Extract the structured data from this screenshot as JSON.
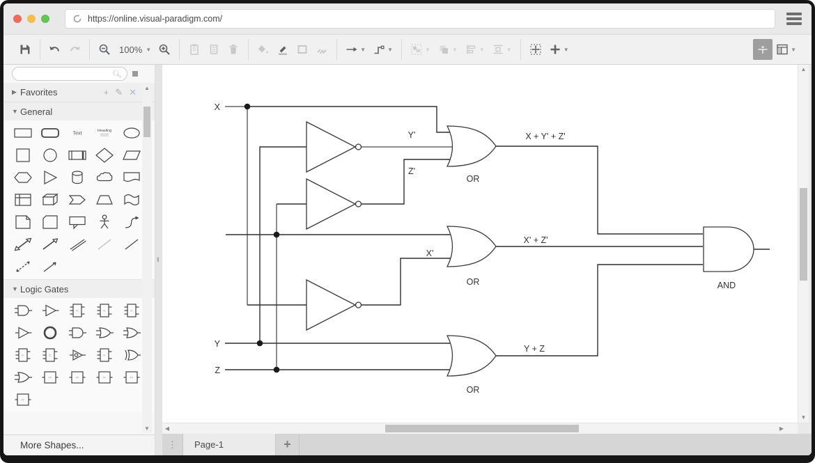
{
  "browser": {
    "url": "https://online.visual-paradigm.com/",
    "traffic_lights": [
      "#ed6a5f",
      "#f5bd4f",
      "#61c454"
    ]
  },
  "toolbar": {
    "zoom_level": "100%",
    "groups": [
      [
        {
          "name": "save",
          "icon": "save",
          "enabled": true
        }
      ],
      [
        {
          "name": "undo",
          "icon": "undo",
          "enabled": true
        },
        {
          "name": "redo",
          "icon": "redo",
          "enabled": false
        }
      ],
      [
        {
          "name": "zoom-out",
          "icon": "zoomout",
          "enabled": true
        },
        {
          "name": "zoom-level",
          "label": "100%",
          "caret": true,
          "enabled": true
        },
        {
          "name": "zoom-in",
          "icon": "zoomin",
          "enabled": true
        }
      ],
      [
        {
          "name": "paste",
          "icon": "paste",
          "enabled": false
        },
        {
          "name": "copy",
          "icon": "copy",
          "enabled": false
        },
        {
          "name": "delete",
          "icon": "trash",
          "enabled": false
        }
      ],
      [
        {
          "name": "fill-color",
          "icon": "bucket",
          "enabled": false
        },
        {
          "name": "line-color",
          "icon": "pencil",
          "enabled": true
        },
        {
          "name": "shape-style",
          "icon": "shape",
          "enabled": false
        },
        {
          "name": "format-painter",
          "icon": "brush",
          "enabled": false
        }
      ],
      [
        {
          "name": "arrow-style",
          "icon": "arrow",
          "enabled": true,
          "caret": true
        },
        {
          "name": "connector-style",
          "icon": "connector",
          "enabled": true,
          "caret": true
        }
      ],
      [
        {
          "name": "group",
          "icon": "group",
          "enabled": false,
          "caret": true
        },
        {
          "name": "order",
          "icon": "order",
          "enabled": false,
          "caret": true
        },
        {
          "name": "align",
          "icon": "align",
          "enabled": false,
          "caret": true
        },
        {
          "name": "distribute",
          "icon": "distribute",
          "enabled": false,
          "caret": true
        }
      ],
      [
        {
          "name": "autofit",
          "icon": "fit",
          "enabled": true
        },
        {
          "name": "insert",
          "icon": "plus",
          "enabled": true,
          "caret": true
        }
      ]
    ],
    "right_groups": [
      [
        {
          "name": "toggle-format-panel",
          "icon": "panela",
          "enabled": true,
          "active": true
        },
        {
          "name": "layout-panels",
          "icon": "panelb",
          "enabled": true,
          "caret": true
        }
      ]
    ]
  },
  "sidebar": {
    "favorites_label": "Favorites",
    "general_label": "General",
    "logic_label": "Logic Gates",
    "more_shapes_label": "More Shapes...",
    "general_shapes": [
      "rectangle",
      "rounded-rectangle",
      "text",
      "heading",
      "ellipse",
      "square",
      "circle",
      "process",
      "diamond",
      "parallelogram",
      "hexagon",
      "triangle",
      "cylinder",
      "cloud",
      "document",
      "table",
      "cube",
      "step",
      "trapezoid",
      "wave",
      "note",
      "card",
      "callout",
      "actor",
      "curve",
      "bidir-arrow",
      "open-arrow",
      "link",
      "thin-line",
      "line",
      "dashed-arrow",
      "arrow-line"
    ],
    "logic_shapes": [
      "and-gate",
      "buffer-gate",
      "ic-chip",
      "ic-chip",
      "ic-chip",
      "buffer-gate",
      "state-circle",
      "and-gate",
      "or-gate",
      "or-gate",
      "ic-chip",
      "ic-chip",
      "not-gate",
      "ic-chip",
      "xor-gate",
      "or-gate",
      "logic-box",
      "logic-box",
      "logic-box",
      "logic-box",
      "logic-box"
    ]
  },
  "diagram": {
    "inputs": {
      "x": "X",
      "y": "Y",
      "z": "Z"
    },
    "wire_labels": {
      "not1_out": "Y'",
      "not2_out": "Z'",
      "not3_out": "X'",
      "or1_out": "X + Y' + Z'",
      "or2_out": "X' + Z'",
      "or3_out": "Y + Z"
    },
    "gate_labels": {
      "or1": "OR",
      "or2": "OR",
      "or3": "OR",
      "and": "AND"
    }
  },
  "pagebar": {
    "tab": "Page-1",
    "add": "+"
  }
}
